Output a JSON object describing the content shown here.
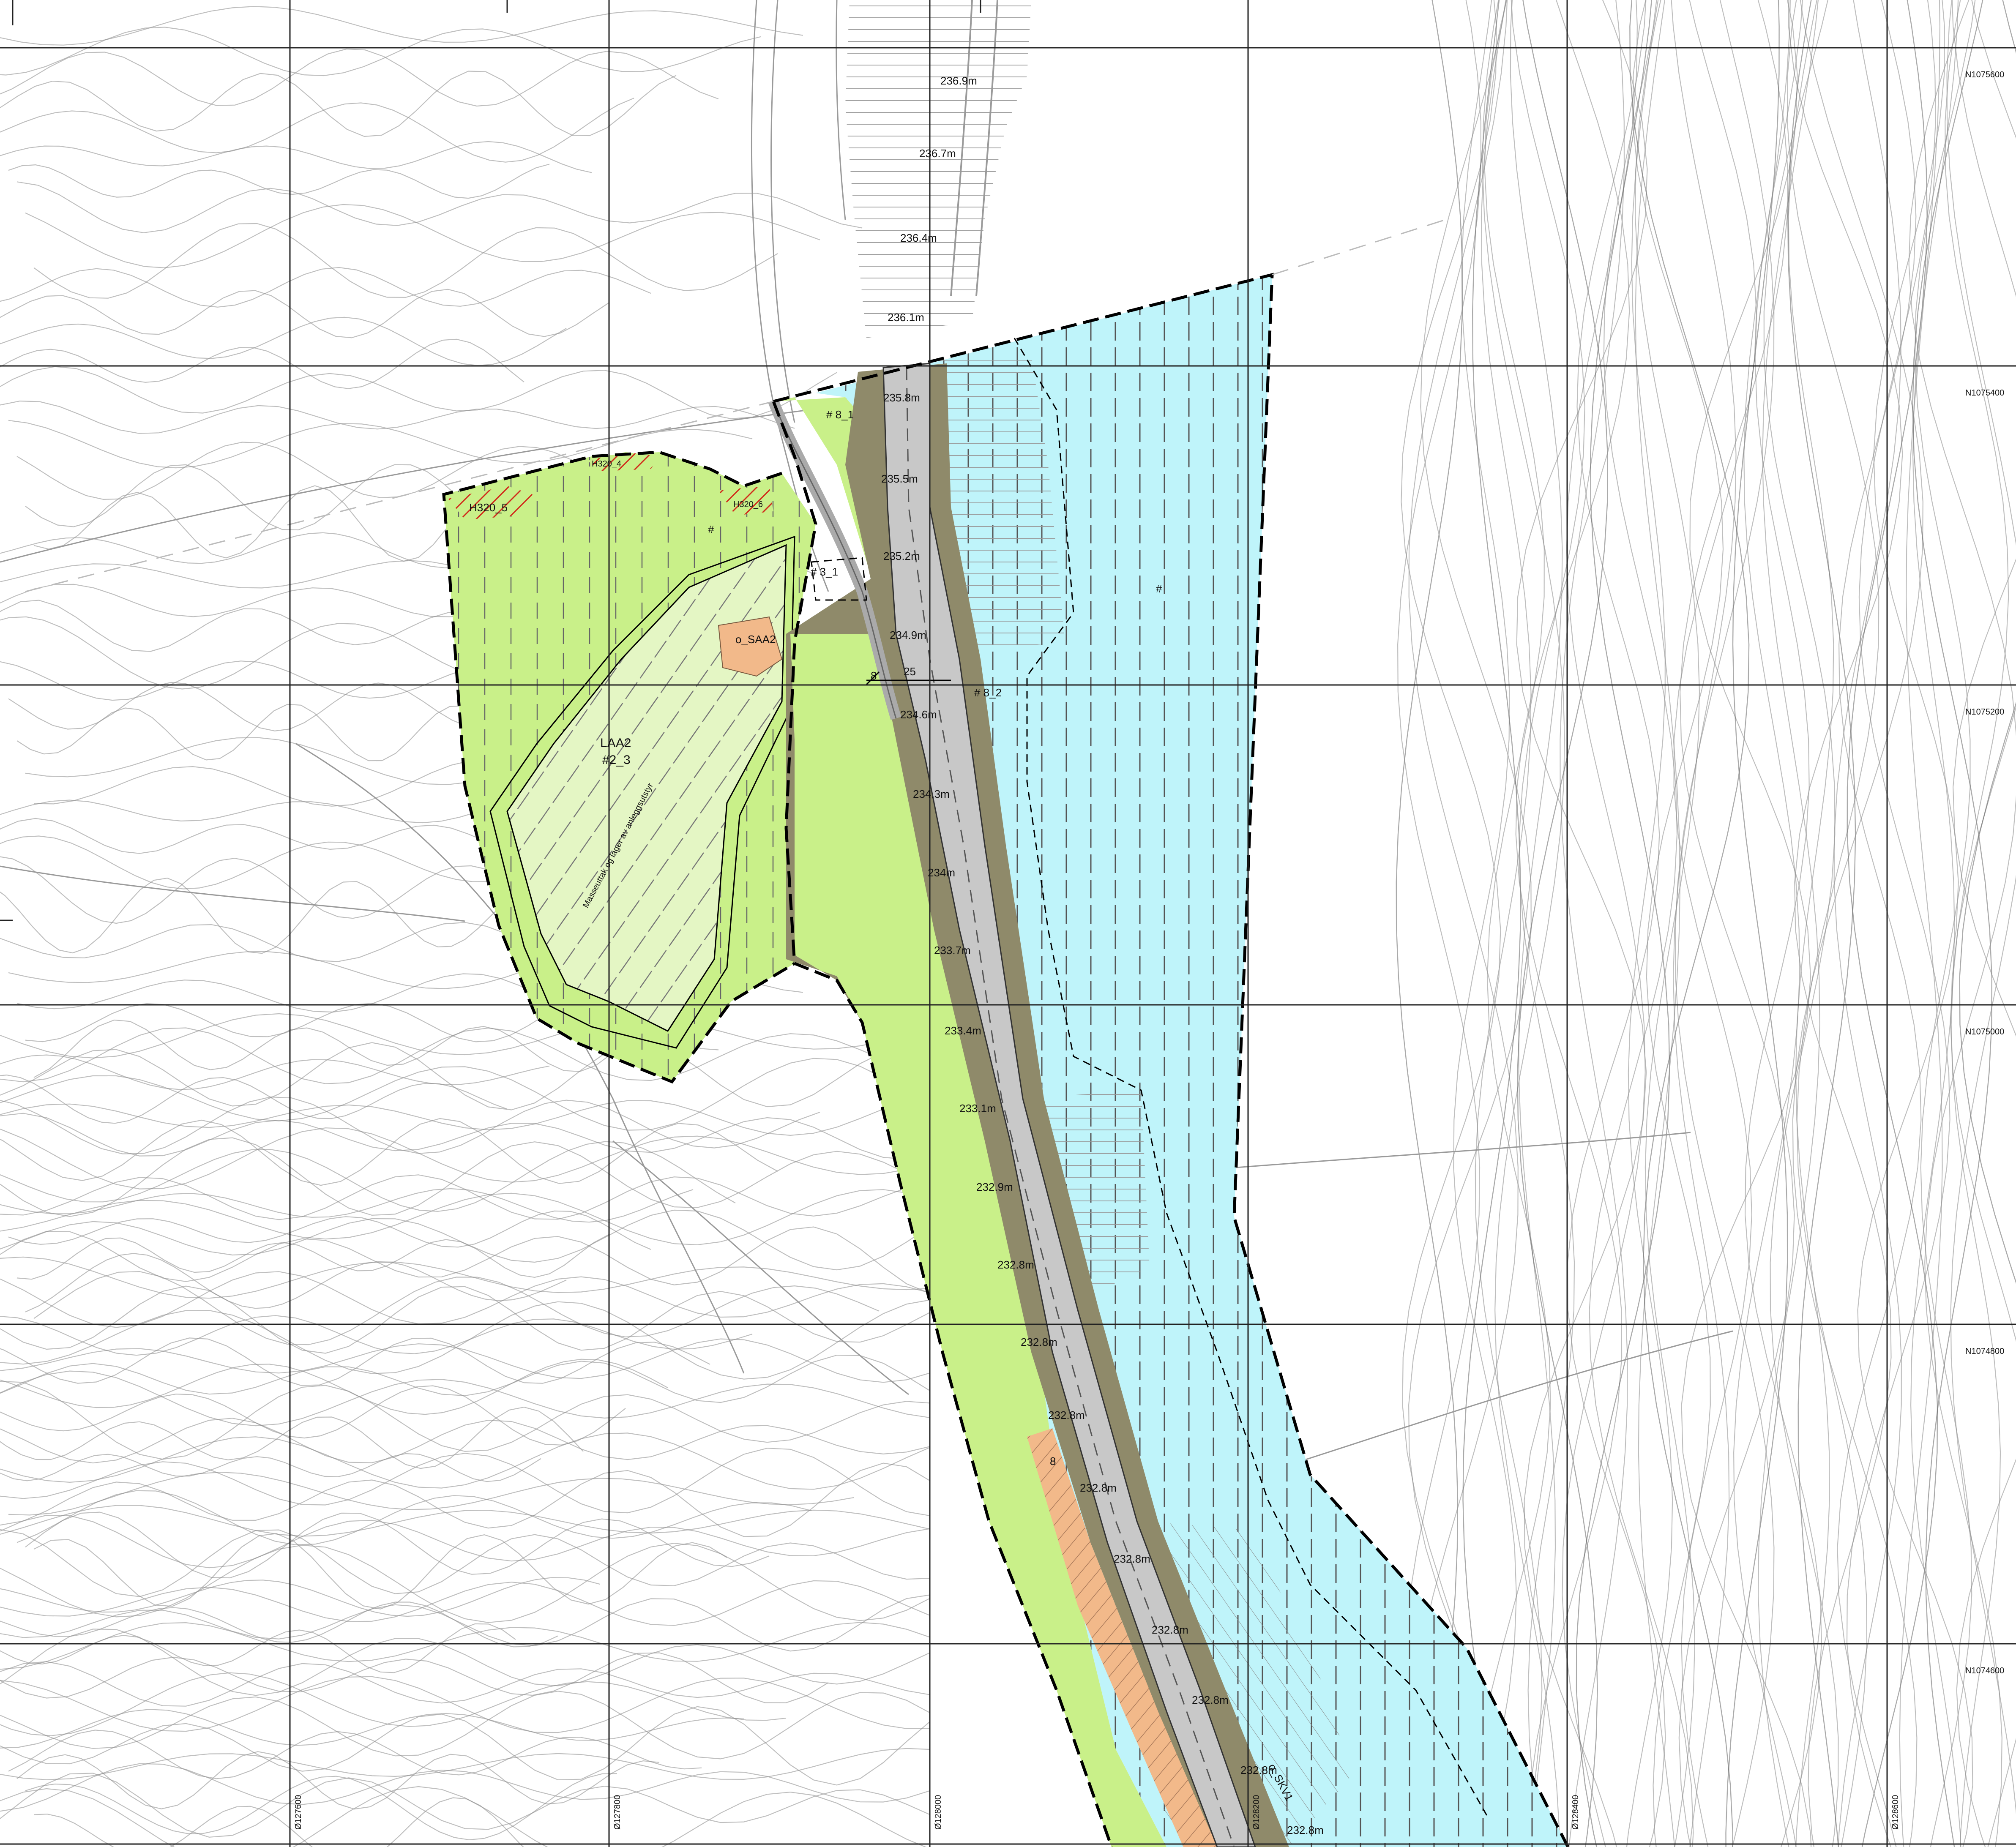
{
  "grid": {
    "northing_labels": [
      "N1075600",
      "N1075400",
      "N1075200",
      "N1075000",
      "N1074800",
      "N1074600"
    ],
    "easting_labels": [
      "Ø127600",
      "Ø127800",
      "Ø128000",
      "Ø128200",
      "Ø128400",
      "Ø128600"
    ]
  },
  "zones": {
    "laa2_code": "LAA2",
    "laa2_sub": "#2_3",
    "laa2_note": "Masseuttak og lager av anleggsutstyr",
    "saa2": "o_SAA2",
    "skv1": "o_SKV1",
    "h320_5": "H320_5",
    "h320_a": "H320_4",
    "h320_b": "H320_6",
    "hash_green": "#",
    "hash_blue": "#",
    "hash_8_1": "# 8_1",
    "hash_8_2": "# 8_2",
    "hash_3_1": "# 3_1"
  },
  "road": {
    "width_8_top": "8",
    "width_25": "25",
    "width_8_bottom": "8"
  },
  "elevations": [
    "236.9m",
    "236.7m",
    "236.4m",
    "236.1m",
    "235.8m",
    "235.5m",
    "235.2m",
    "234.9m",
    "234.6m",
    "234.3m",
    "234m",
    "233.7m",
    "233.4m",
    "233.1m",
    "232.9m",
    "232.8m",
    "232.8m",
    "232.8m",
    "232.8m",
    "232.8m",
    "232.8m",
    "232.8m",
    "232.8m",
    "232.8m"
  ],
  "colors": {
    "green_zone": "#c9f089",
    "green_light": "#dff7b0",
    "blue_zone": "#bff4fa",
    "road_dark": "#8f8a6a",
    "road_lane": "#c8c8c8",
    "orange_zone": "#f2b98a",
    "red_hatch": "#d12a1a"
  }
}
